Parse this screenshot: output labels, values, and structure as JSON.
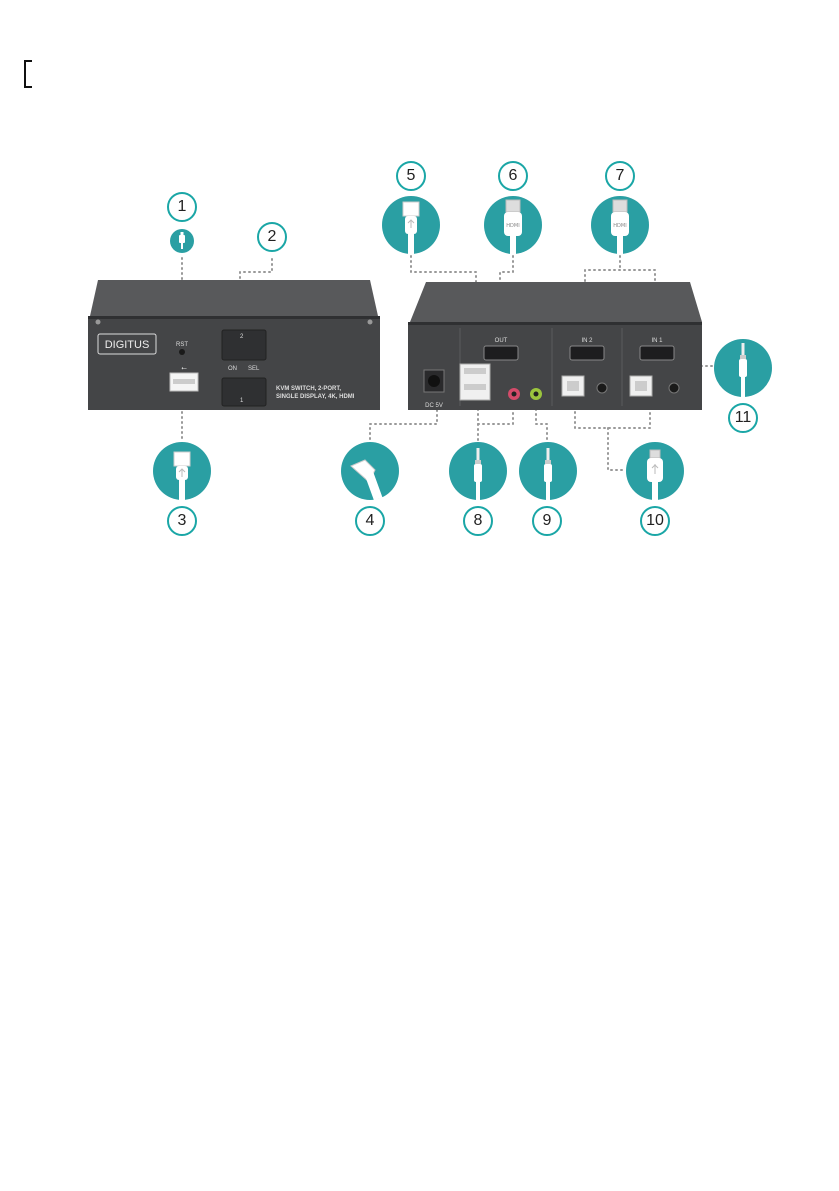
{
  "colors": {
    "accent": "#2a9fa3",
    "device": "#464749",
    "port_text": "#e6e6e6"
  },
  "front_panel": {
    "brand": "DIGITUS",
    "reset_label": "RST",
    "button_top_label": "2",
    "button_bottom_label": "1",
    "on_label": "ON",
    "sel_label": "SEL",
    "usb_symbol": "⭠",
    "model_line1": "KVM SWITCH, 2-PORT,",
    "model_line2": "SINGLE DISPLAY, 4K, HDMI"
  },
  "rear_panel": {
    "dc_label": "DC 5V",
    "out_label": "OUT",
    "in2_label": "IN 2",
    "in1_label": "IN 1",
    "hdmi_small_label": "HDMI"
  },
  "callouts": [
    {
      "number": "1",
      "icon": "reset-pin-icon"
    },
    {
      "number": "2",
      "icon": "none"
    },
    {
      "number": "3",
      "icon": "usb-a-cable-icon"
    },
    {
      "number": "4",
      "icon": "dc-power-plug-icon"
    },
    {
      "number": "5",
      "icon": "usb-a-cable-icon"
    },
    {
      "number": "6",
      "icon": "hdmi-cable-icon"
    },
    {
      "number": "7",
      "icon": "hdmi-cable-icon"
    },
    {
      "number": "8",
      "icon": "audio-jack-icon"
    },
    {
      "number": "9",
      "icon": "audio-jack-icon"
    },
    {
      "number": "10",
      "icon": "usb-b-cable-icon"
    },
    {
      "number": "11",
      "icon": "audio-jack-icon"
    }
  ]
}
